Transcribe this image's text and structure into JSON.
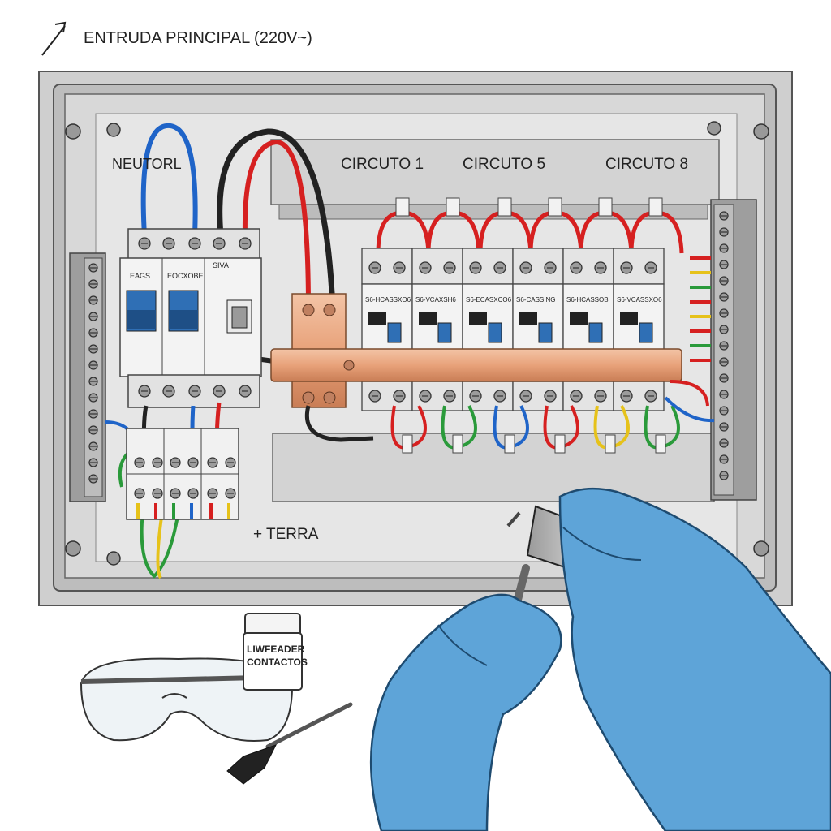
{
  "header": {
    "entry_label": "ENTRUDA PRINCIPAL (220V~)"
  },
  "panel": {
    "neutral_label": "NEUTORL",
    "circuit_labels": [
      "CIRCUTO 1",
      "CIRCUTO 5",
      "CIRCUTO 8"
    ],
    "earth_label": "+ TERRA",
    "main_breaker_tags": [
      "EAGS",
      "EOCXOBE",
      "SIVA"
    ],
    "branch_breaker_tags": [
      "S6-HCASSXO6",
      "S6-VCAXSH6",
      "S6-ECASXCO6",
      "S6-CASSING",
      "S6-HCASSOB",
      "S6-VCASSXO6"
    ]
  },
  "tools": {
    "jar_label_line1": "LIWFEADER",
    "jar_label_line2": "CONTACTOS"
  },
  "colors": {
    "wire_live": "#d62020",
    "wire_neutral": "#1f64c8",
    "wire_earth": "#2a9a3a",
    "wire_yellow": "#e6c21a",
    "copper_busbar": "#e8a27a",
    "glove": "#5ea4d8",
    "panel_gray": "#d8d8d8"
  },
  "icons": [
    "arrow-up-right-icon",
    "earth-plus-icon"
  ]
}
